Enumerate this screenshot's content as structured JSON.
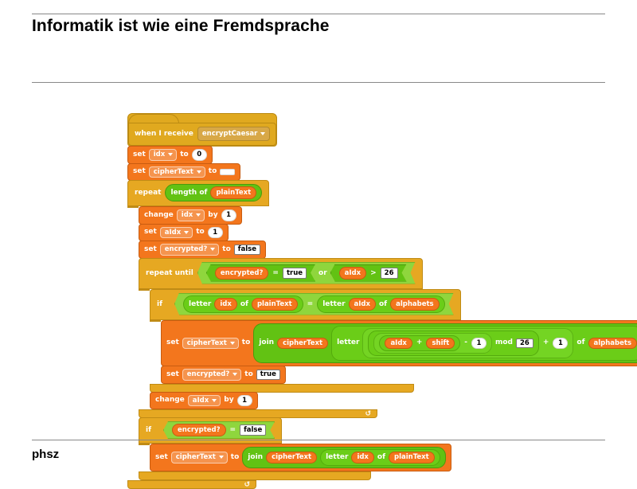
{
  "slide": {
    "title": "Informatik ist wie eine Fremdsprache",
    "footer": "phsz"
  },
  "script": {
    "hat": {
      "label": "when I receive",
      "message": "encryptCaesar"
    },
    "blocks": {
      "set": "set",
      "change": "change",
      "to": "to",
      "by": "by",
      "repeat": "repeat",
      "repeat_until": "repeat until",
      "if": "if",
      "length_of": "length of",
      "letter": "letter",
      "of": "of",
      "join": "join",
      "mod": "mod",
      "or": "or"
    },
    "vars": {
      "idx": "idx",
      "cipherText": "cipherText",
      "plainText": "plainText",
      "aIdx": "aIdx",
      "encrypted": "encrypted?",
      "alphabets": "alphabets",
      "shift": "shift"
    },
    "values": {
      "zero": "0",
      "one": "1",
      "one_b": "1",
      "one_c": "1",
      "one_d": "1",
      "one_e": "1",
      "true": "true",
      "false": "false",
      "false_b": "false",
      "true_b": "true",
      "twentysix": "26",
      "twentysix_b": "26",
      "empty": ""
    },
    "symbols": {
      "eq": "=",
      "eq2": "=",
      "eq3": "=",
      "gt": ">",
      "plus": "+",
      "plus2": "+",
      "minus": "-",
      "loop_arrow": "↺"
    }
  },
  "colors": {
    "control": "#e6a822",
    "variables": "#f3761d",
    "operators": "#62c213",
    "hat": "#e0a91f",
    "text": "#000000",
    "rule": "#888888"
  }
}
